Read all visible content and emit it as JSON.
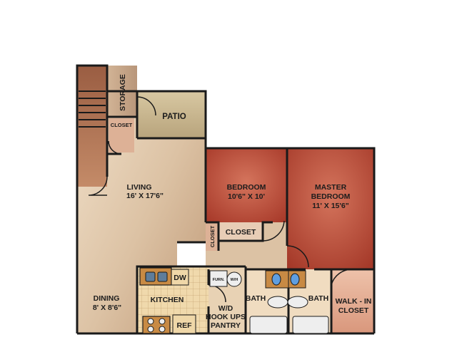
{
  "rooms": {
    "storage": "STORAGE",
    "patio": "PATIO",
    "closet_small": "CLOSET",
    "living_name": "LIVING",
    "living_dim": "16' X 17'6\"",
    "bedroom_name": "BEDROOM",
    "bedroom_dim": "10'6\" X 10'",
    "master_name_1": "MASTER",
    "master_name_2": "BEDROOM",
    "master_dim": "11' X 15'6\"",
    "closet_bedroom": "CLOSET",
    "closet_vertical": "CLOSET",
    "dining_name": "DINING",
    "dining_dim": "8' X 8'6\"",
    "kitchen": "KITCHEN",
    "dw": "DW",
    "ref": "REF",
    "furn": "FURN.",
    "wh": "W/H",
    "wd_1": "W/D",
    "wd_2": "HOOK UPS",
    "wd_3": "PANTRY",
    "bath_1": "BATH",
    "bath_2": "BATH",
    "walkin_1": "WALK - IN",
    "walkin_2": "CLOSET"
  },
  "colors": {
    "living": "#e2cdb3",
    "bedroom": "#c0503c",
    "storage": "#c6a687",
    "patio": "#c8b690",
    "stairs": "#a8694a",
    "kitchen_floor": "#efd7a8",
    "bath_floor": "#eed7b8",
    "walkin": "#e6b29a",
    "closet": "#ddb196",
    "walls": "#1a1a1a"
  }
}
